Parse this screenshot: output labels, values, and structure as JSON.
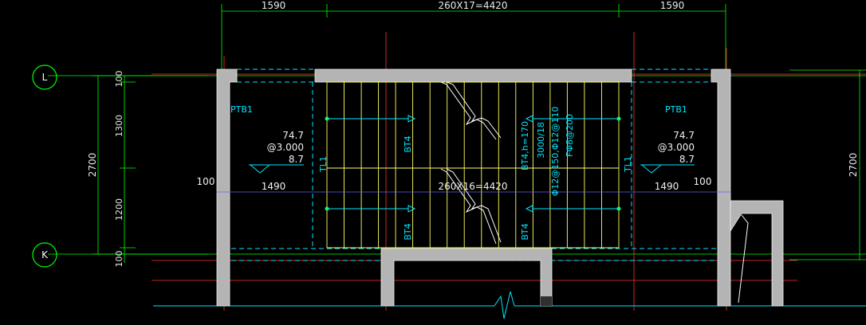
{
  "grid": {
    "axis_L": "L",
    "axis_K": "K"
  },
  "dims_top": {
    "left": "1590",
    "middle": "260X17=4420",
    "right": "1590"
  },
  "dims_left": {
    "top_100": "100",
    "seg_1300": "1300",
    "seg_1200": "1200",
    "bottom_100": "100",
    "total": "2700"
  },
  "dims_right": {
    "total": "2700"
  },
  "dims_mid": {
    "left_100": "100",
    "left_1490": "1490",
    "middle": "260X16=4420",
    "right_1490": "1490",
    "right_100": "100"
  },
  "left_landing": {
    "label": "PTB1",
    "thickness": "74.7",
    "elevation": "@3.000",
    "level": "8.7",
    "beam": "TL1"
  },
  "right_landing": {
    "label": "PTB1",
    "thickness": "74.7",
    "elevation": "@3.000",
    "level": "8.7",
    "beam": "TL1"
  },
  "flights": {
    "upper_left": "BT4",
    "lower_left": "BT4",
    "upper_right": "BT4,h=170",
    "lower_right": "BT4",
    "spec_1": "3000/18",
    "spec_2": "Φ12@150,Φ12@110",
    "spec_3": "FΦ8@200"
  },
  "colors": {
    "background": "#000000",
    "wall": "#b4b4b4",
    "tread": "#ffff66",
    "dimension": "#00ff00",
    "axis": "#ff3030",
    "cyan": "#00e5ff",
    "blue": "#6060ff"
  }
}
